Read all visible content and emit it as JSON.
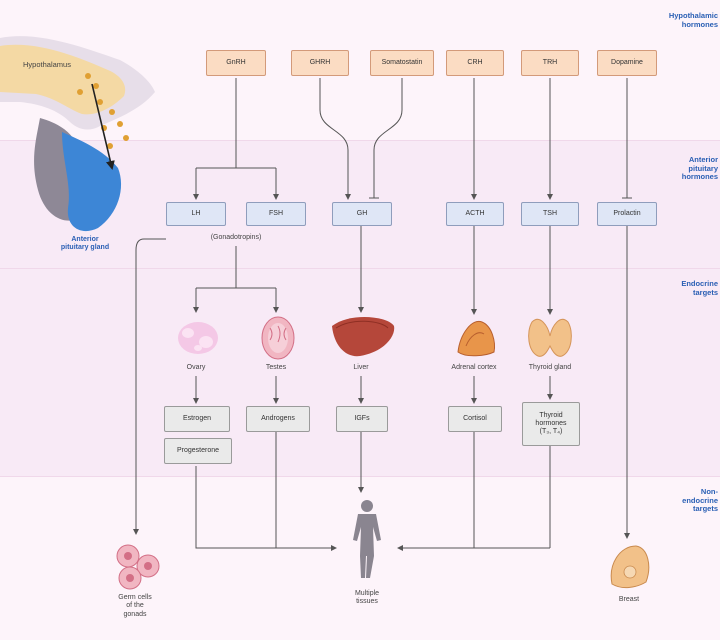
{
  "side_labels": {
    "hypothalamic": "Hypothalamic\nhormones",
    "pituitary": "Anterior\npituitary\nhormones",
    "endocrine": "Endocrine\ntargets",
    "nonendocrine": "Non-\nendocrine\ntargets"
  },
  "anatomy": {
    "hypothalamus": "Hypothalamus",
    "anterior_pituitary": "Anterior\npituitary gland"
  },
  "hypothalamic_hormones": [
    "GnRH",
    "GHRH",
    "Somatostatin",
    "CRH",
    "TRH",
    "Dopamine"
  ],
  "pituitary_hormones": [
    "LH",
    "FSH",
    "GH",
    "ACTH",
    "TSH",
    "Prolactin"
  ],
  "gonadotropins_label": "(Gonadotropins)",
  "organs": [
    "Ovary",
    "Testes",
    "Liver",
    "Adrenal cortex",
    "Thyroid gland"
  ],
  "products": [
    "Estrogen",
    "Progesterone",
    "Androgens",
    "IGFs",
    "Cortisol",
    "Thyroid\nhormones\n(T₃, T₄)"
  ],
  "final_targets": [
    "Germ cells\nof the\ngonads",
    "Multiple\ntissues",
    "Breast"
  ],
  "colors": {
    "hypothalamic_box": "#fbdcc3",
    "pituitary_box": "#dfe6f6",
    "product_box": "#eaeaea",
    "accent": "#2a5fb4",
    "band": "#fbeef8"
  }
}
